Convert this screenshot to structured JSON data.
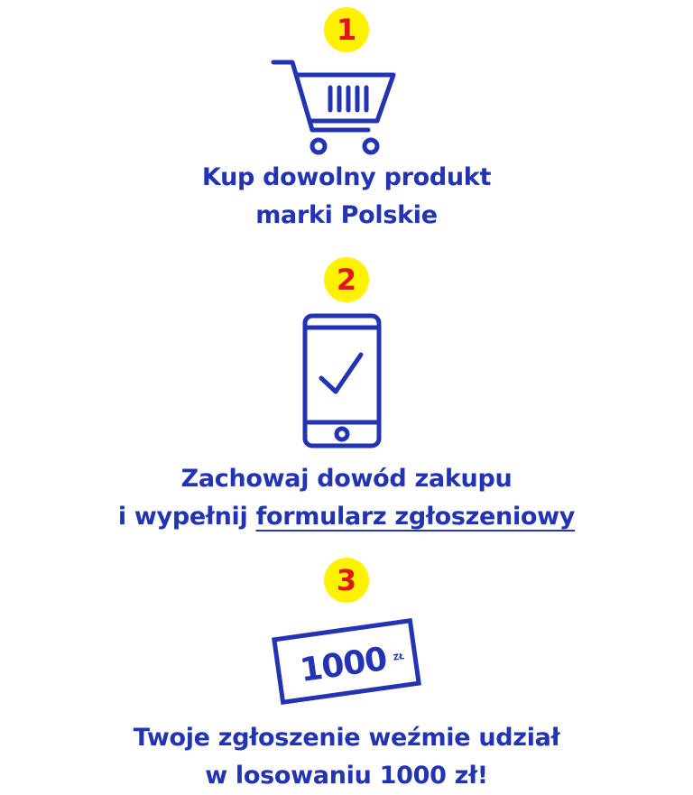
{
  "steps": [
    {
      "number": "1",
      "icon": "shopping-cart-icon",
      "line1": "Kup dowolny produkt",
      "line2": "marki Polskie"
    },
    {
      "number": "2",
      "icon": "smartphone-check-icon",
      "line1": "Zachowaj dowód zakupu",
      "line2_prefix": "i wypełnij ",
      "line2_link": "formularz zgłoszeniowy"
    },
    {
      "number": "3",
      "icon": "prize-ticket-icon",
      "ticket_amount": "1000",
      "ticket_currency": "ZŁ",
      "line1": "Twoje zgłoszenie weźmie udział",
      "line2": "w losowaniu 1000 zł!"
    }
  ],
  "colors": {
    "brand_blue": "#2233b4",
    "badge_yellow": "#fff200",
    "badge_red": "#e2151b"
  }
}
